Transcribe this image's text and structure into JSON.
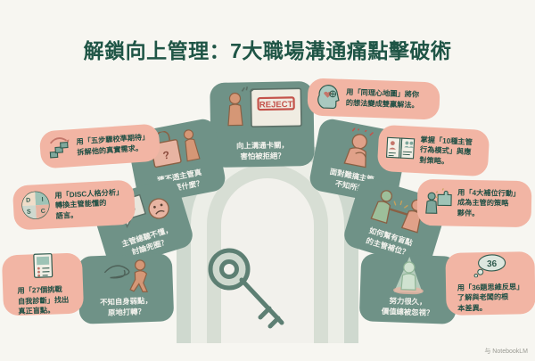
{
  "page": {
    "title": "解鎖向上管理：7大職場溝通痛點擊破術",
    "background_color": "#f7f6f1",
    "title_color": "#1f5546",
    "solution_card_color": "#f2b5a4",
    "pain_card_color": "#6f9287",
    "arch_color": "#cfd9cf"
  },
  "center": {
    "arch_name": "doorway-arch",
    "key_name": "key-icon"
  },
  "pain_points": [
    {
      "id": "pain-1",
      "text": "猜不透主管真\n正想要什麼？",
      "line1": "猜不透主管真",
      "line2": "正想要什麼？",
      "icon": "locked-box-question-icon"
    },
    {
      "id": "pain-2",
      "text": "主管總聽不懂，\n討論兜圈？",
      "line1": "主管總聽不懂，",
      "line2": "討論兜圈？",
      "icon": "confused-speech-bubble-icon"
    },
    {
      "id": "pain-3",
      "text": "不知自身弱點，\n原地打轉？",
      "line1": "不知自身弱點，",
      "line2": "原地打轉？",
      "icon": "running-in-circles-icon"
    },
    {
      "id": "pain-4",
      "text": "向上溝通卡關，\n害怕被拒絕？",
      "line1": "向上溝通卡關，",
      "line2": "害怕被拒絕？",
      "icon": "reject-stamp-icon"
    },
    {
      "id": "pain-5",
      "text": "面對難搞主管，\n不知所措？",
      "line1": "面對難搞主管，",
      "line2": "不知所措？",
      "icon": "stressed-person-icon"
    },
    {
      "id": "pain-6",
      "text": "如何幫有盲點\n的主管補位？",
      "line1": "如何幫有盲點",
      "line2": "的主管補位？",
      "icon": "two-people-handshake-icon"
    },
    {
      "id": "pain-7",
      "text": "努力很久，\n價值總被忽視？",
      "line1": "努力很久，",
      "line2": "價值總被忽視？",
      "icon": "spotlight-person-icon"
    }
  ],
  "solutions": [
    {
      "id": "solution-1",
      "line1": "用「五步驟校準期待」",
      "line2": "拆解他的真實需求。",
      "line3": "",
      "icon": "stairs-arrow-icon"
    },
    {
      "id": "solution-2",
      "line1": "用「DISC人格分析」",
      "line2": "轉換主管能懂的",
      "line3": "語言。",
      "icon": "disc-quadrant-icon"
    },
    {
      "id": "solution-3",
      "line1": "用「27個挑戰",
      "line2": "自我診斷」找出",
      "line3": "真正盲點。",
      "icon": "checklist-document-icon"
    },
    {
      "id": "solution-4",
      "line1": "用「同理心地圖」將你",
      "line2": "的想法變成雙贏解法。",
      "line3": "",
      "icon": "empathy-head-icon"
    },
    {
      "id": "solution-5",
      "line1": "掌握「10種主管",
      "line2": "行為模式」與應",
      "line3": "對策略。",
      "icon": "open-book-profiles-icon"
    },
    {
      "id": "solution-6",
      "line1": "用「4大補位行動」",
      "line2": "成為主管的策略",
      "line3": "夥伴。",
      "icon": "person-puzzle-piece-icon"
    },
    {
      "id": "solution-7",
      "line1": "用「36題思維反思」",
      "line2": "了解與老闆的根",
      "line3": "本差異。",
      "icon": "thought-bubble-36-icon"
    }
  ],
  "disc": {
    "d": "D",
    "i": "I",
    "s": "S",
    "c": "C"
  },
  "reject_stamp": {
    "label": "REJECT"
  },
  "thought_number": {
    "value": "36"
  },
  "footer": {
    "label": "与 NotebookLM"
  }
}
